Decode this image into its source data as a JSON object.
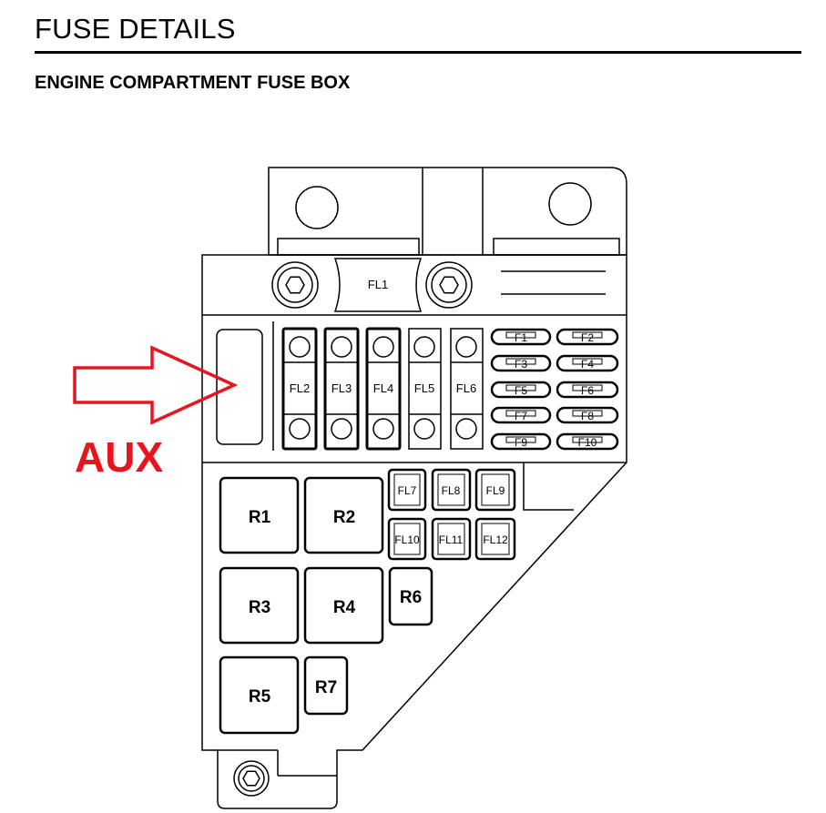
{
  "header": {
    "title": "FUSE DETAILS",
    "subtitle": "ENGINE COMPARTMENT FUSE BOX"
  },
  "annotation": {
    "label": "AUX",
    "color": "#e8151e",
    "arrow_icon": "right-arrow-icon"
  },
  "fuse_box": {
    "main_fuse": "FL1",
    "large_fuses": [
      "FL2",
      "FL3",
      "FL4",
      "FL5",
      "FL6"
    ],
    "mini_fuses": [
      "F1",
      "F2",
      "F3",
      "F4",
      "F5",
      "F6",
      "F7",
      "F8",
      "F9",
      "F10"
    ],
    "medium_fuses": [
      "FL7",
      "FL8",
      "FL9",
      "FL10",
      "FL11",
      "FL12"
    ],
    "relays": [
      "R1",
      "R2",
      "R3",
      "R4",
      "R5",
      "R6",
      "R7"
    ]
  }
}
